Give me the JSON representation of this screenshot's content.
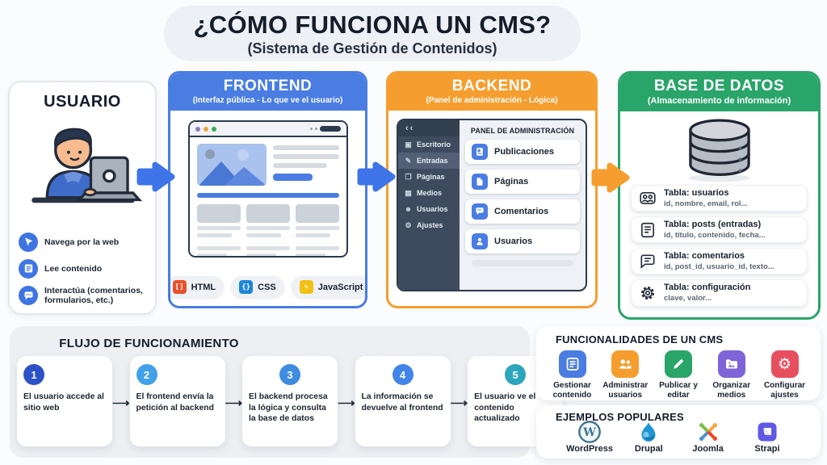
{
  "title": {
    "main": "¿CÓMO FUNCIONA UN CMS?",
    "subtitle": "(Sistema de Gestión de Contenidos)"
  },
  "usuario": {
    "title": "USUARIO",
    "illustration": "person-using-laptop",
    "features": [
      {
        "icon": "navigate-icon",
        "label": "Navega por la web"
      },
      {
        "icon": "read-content-icon",
        "label": "Lee contenido"
      },
      {
        "icon": "interact-chat-icon",
        "label": "Interactúa (comentarios, formularios, etc.)"
      }
    ]
  },
  "frontend": {
    "title": "FRONTEND",
    "subtitle": "(Interfaz pública - Lo que ve el usuario)",
    "accent_color": "#4a7de2",
    "badges": [
      {
        "icon": "html-icon",
        "glyph": "[]",
        "label": "HTML",
        "color": "#e8502a"
      },
      {
        "icon": "css-icon",
        "glyph": "{}",
        "label": "CSS",
        "color": "#1d86d8"
      },
      {
        "icon": "javascript-icon",
        "glyph": "✎",
        "label": "JavaScript",
        "color": "#f2c115"
      }
    ]
  },
  "backend": {
    "title": "BACKEND",
    "subtitle": "(Panel de administración - Lógica)",
    "accent_color": "#f59e2f",
    "admin_panel": {
      "title": "PANEL DE ADMINISTRACIÓN",
      "collapse_glyph": "‹‹",
      "sidebar_items": [
        {
          "icon": "desktop-icon",
          "glyph": "▣",
          "label": "Escritorio",
          "active": false
        },
        {
          "icon": "pencil-icon",
          "glyph": "✎",
          "label": "Entradas",
          "active": true
        },
        {
          "icon": "page-icon",
          "glyph": "❐",
          "label": "Páginas",
          "active": false
        },
        {
          "icon": "media-icon",
          "glyph": "▦",
          "label": "Medios",
          "active": false
        },
        {
          "icon": "user-icon",
          "glyph": "☻",
          "label": "Usuarios",
          "active": false
        },
        {
          "icon": "gear-icon",
          "glyph": "⚙",
          "label": "Ajustes",
          "active": false
        }
      ],
      "cards": [
        {
          "icon": "posts-icon",
          "label": "Publicaciones"
        },
        {
          "icon": "pages-icon",
          "label": "Páginas"
        },
        {
          "icon": "comments-icon",
          "label": "Comentarios"
        },
        {
          "icon": "users-icon",
          "label": "Usuarios"
        }
      ]
    }
  },
  "database": {
    "title": "BASE DE DATOS",
    "subtitle": "(Almacenamiento de información)",
    "accent_color": "#2aa56a",
    "illustration": "database-cylinder",
    "tables": [
      {
        "icon": "users-table-icon",
        "name": "Tabla: usuarios",
        "fields": "id, nombre, email, rol..."
      },
      {
        "icon": "posts-table-icon",
        "name": "Tabla: posts (entradas)",
        "fields": "id, título, contenido, fecha..."
      },
      {
        "icon": "comments-table-icon",
        "name": "Tabla: comentarios",
        "fields": "id, post_id, usuario_id, texto..."
      },
      {
        "icon": "config-table-icon",
        "name": "Tabla: configuración",
        "fields": "clave, valor..."
      }
    ]
  },
  "arrows": [
    {
      "name": "usuario-to-frontend",
      "color": "#3f74e8"
    },
    {
      "name": "frontend-to-backend",
      "color": "#3f74e8"
    },
    {
      "name": "backend-to-database",
      "color": "#f59e2f"
    }
  ],
  "flow": {
    "title": "FLUJO DE FUNCIONAMIENTO",
    "arrow_glyph": "⟶",
    "steps": [
      {
        "number": "1",
        "text": "El usuario accede al sitio web",
        "color": "#2d52c7"
      },
      {
        "number": "2",
        "text": "El frontend envía la petición al backend",
        "color": "#41a0e8"
      },
      {
        "number": "3",
        "text": "El backend procesa la lógica y consulta la base de datos",
        "color": "#3f8ce0"
      },
      {
        "number": "4",
        "text": "La información se devuelve al frontend",
        "color": "#4285e8"
      },
      {
        "number": "5",
        "text": "El usuario ve el contenido actualizado",
        "color": "#2ba6bb"
      }
    ]
  },
  "functionalities": {
    "title": "FUNCIONALIDADES DE UN CMS",
    "items": [
      {
        "icon": "manage-content-icon",
        "label": "Gestionar contenido",
        "color": "#4a7de2"
      },
      {
        "icon": "manage-users-icon",
        "label": "Administrar usuarios",
        "color": "#f59e2f"
      },
      {
        "icon": "publish-edit-icon",
        "label": "Publicar y editar",
        "color": "#2aa56a"
      },
      {
        "icon": "organize-media-icon",
        "label": "Organizar medios",
        "color": "#7e64d8"
      },
      {
        "icon": "configure-settings-icon",
        "glyph": "⚙",
        "label": "Configurar ajustes",
        "color": "#e84f5e"
      }
    ]
  },
  "examples": {
    "title": "EJEMPLOS POPULARES",
    "items": [
      {
        "icon": "wordpress-logo",
        "glyph": "W",
        "label": "WordPress"
      },
      {
        "icon": "drupal-logo",
        "label": "Drupal"
      },
      {
        "icon": "joomla-logo",
        "label": "Joomla"
      },
      {
        "icon": "strapi-logo",
        "label": "Strapi"
      }
    ]
  }
}
